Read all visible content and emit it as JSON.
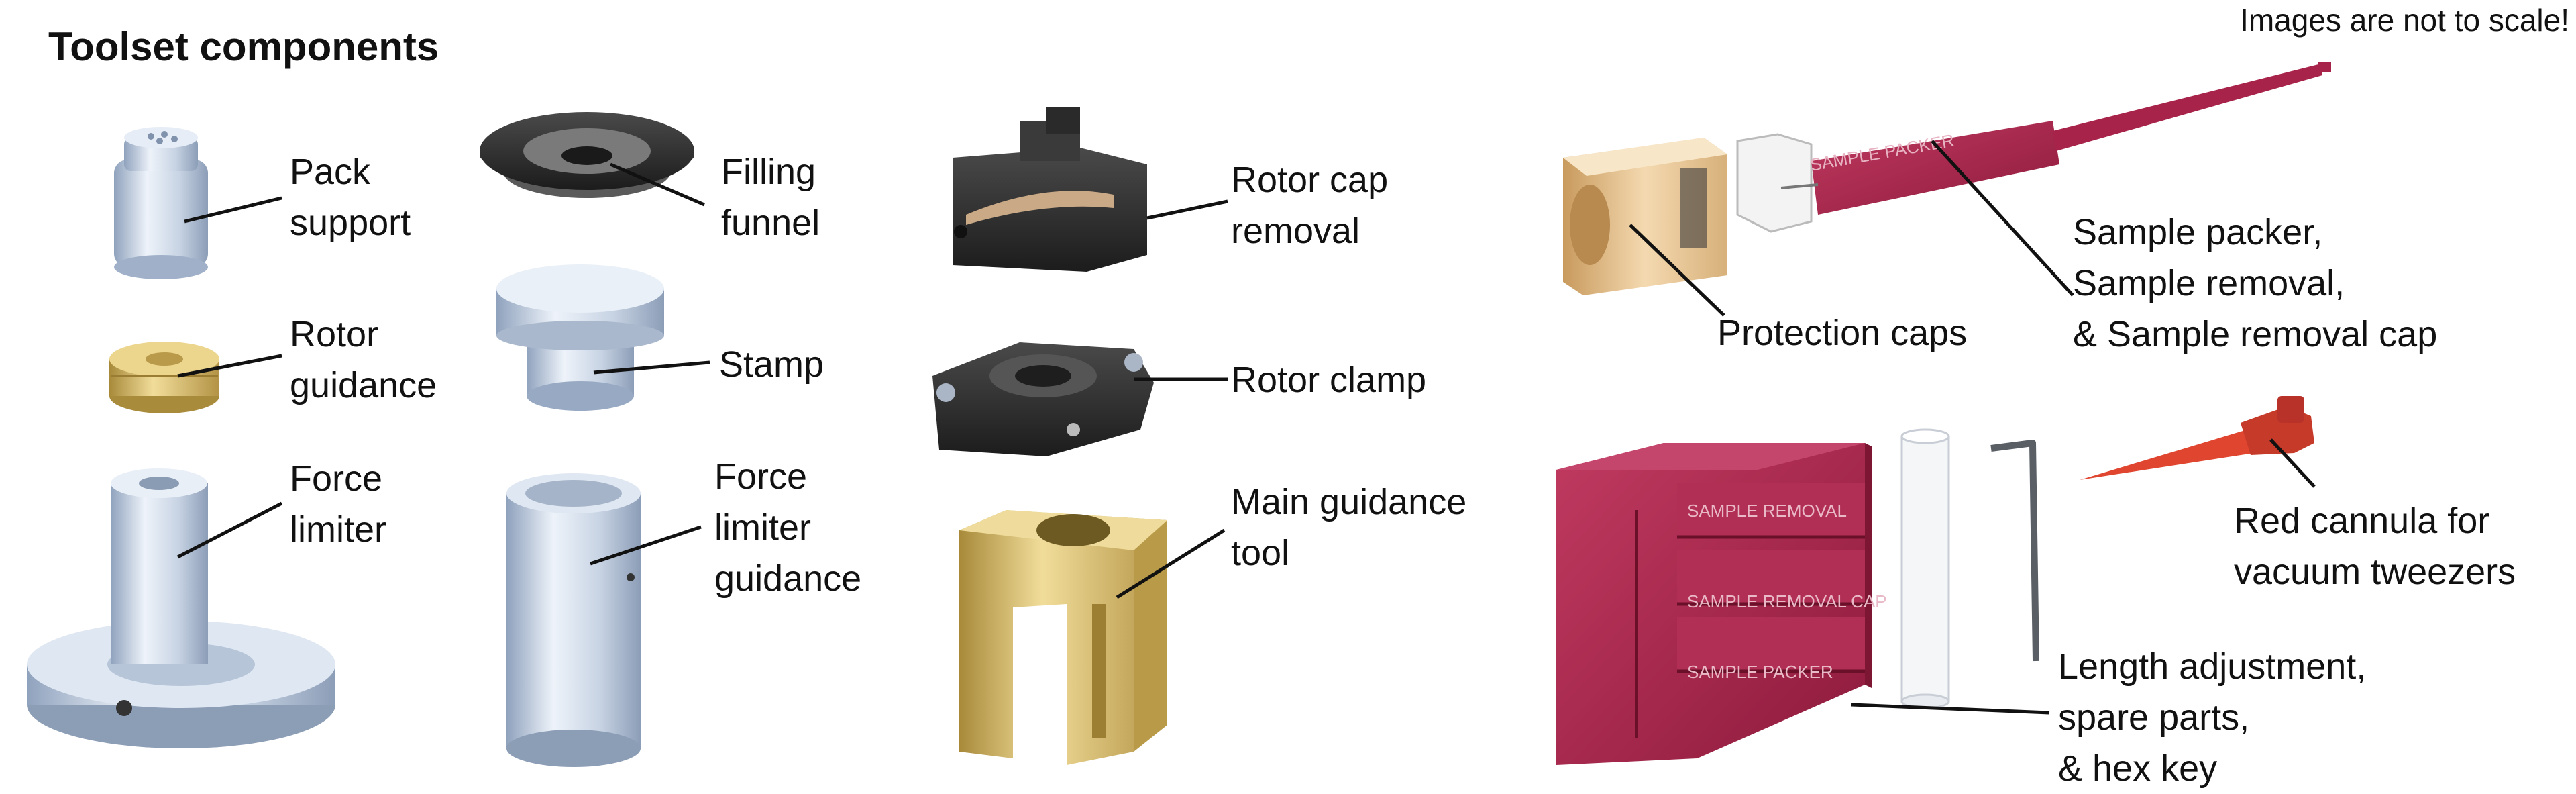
{
  "title": "Toolset components",
  "note": "Images are not to scale!",
  "labels": {
    "pack_support": [
      "Pack",
      "support"
    ],
    "rotor_guidance": [
      "Rotor",
      "guidance"
    ],
    "force_limiter": [
      "Force",
      "limiter"
    ],
    "filling_funnel": [
      "Filling",
      "funnel"
    ],
    "stamp": [
      "Stamp"
    ],
    "force_limiter_guidance": [
      "Force",
      "limiter",
      "guidance"
    ],
    "rotor_cap_removal": [
      "Rotor cap",
      "removal"
    ],
    "rotor_clamp": [
      "Rotor clamp"
    ],
    "main_guidance_tool": [
      "Main guidance",
      "tool"
    ],
    "protection_caps": [
      "Protection caps"
    ],
    "sample_packer": [
      "Sample packer,",
      "Sample removal,",
      "& Sample removal cap"
    ],
    "red_cannula": [
      "Red cannula for",
      "vacuum tweezers"
    ],
    "length_adjustment": [
      "Length adjustment,",
      "spare parts,",
      "& hex key"
    ]
  },
  "engravings": {
    "packer_rod": "SAMPLE PACKER",
    "slot1": "SAMPLE REMOVAL",
    "slot2": "SAMPLE REMOVAL CAP",
    "slot3": "SAMPLE PACKER"
  },
  "colors": {
    "silver": "#c4d2e4",
    "brass": "#d9bd6a",
    "dark": "#2b2b2b",
    "crimson": "#a8234a",
    "cannula": "#e0452f"
  }
}
